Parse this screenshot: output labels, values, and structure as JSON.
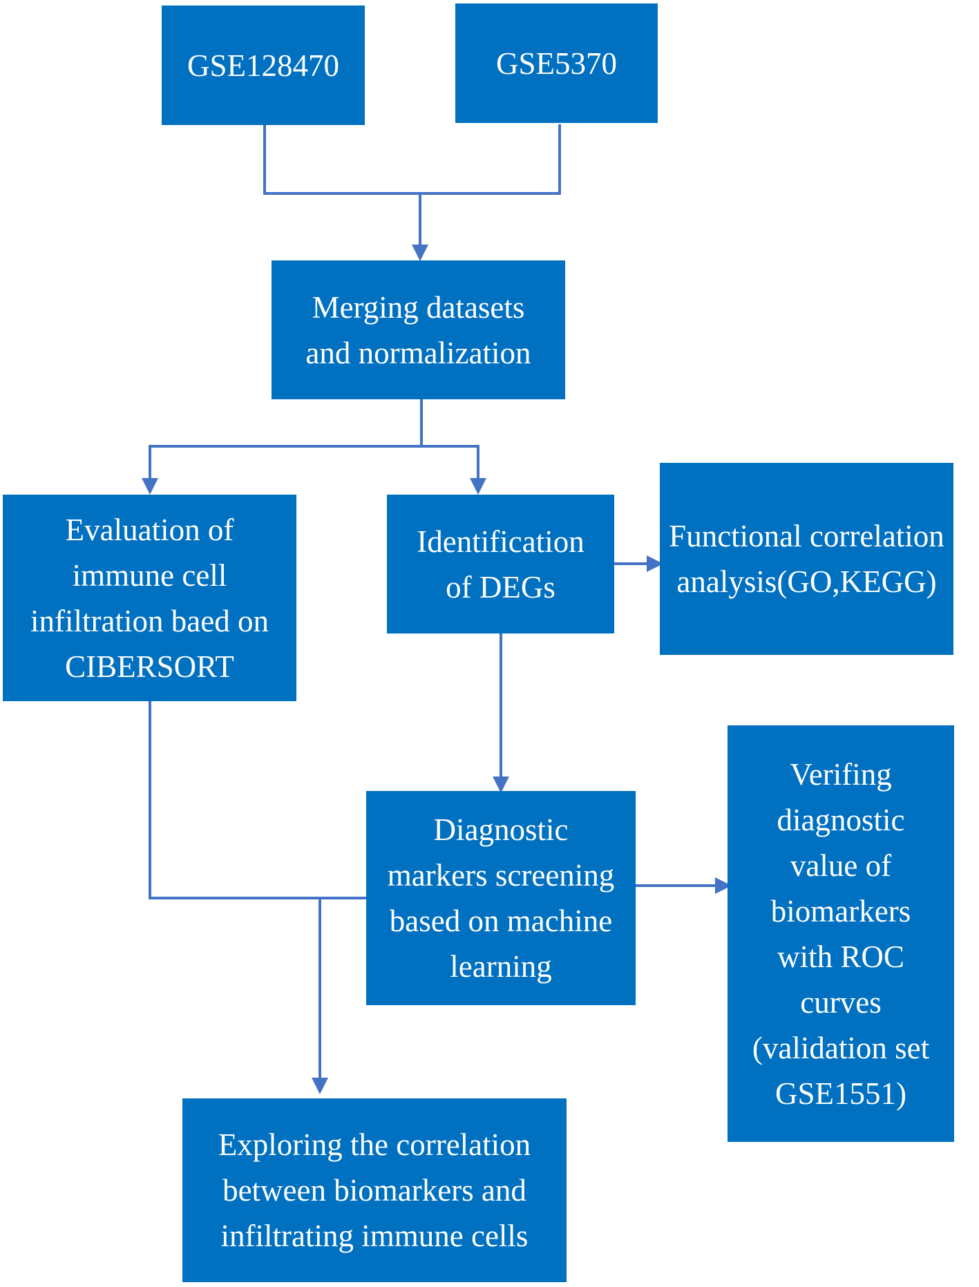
{
  "colors": {
    "box_fill": "#0070c0",
    "box_text": "#ffffff",
    "connector": "#4472c4"
  },
  "nodes": {
    "gse128470": {
      "lines": [
        "GSE128470"
      ]
    },
    "gse5370": {
      "lines": [
        "GSE5370"
      ]
    },
    "merging": {
      "lines": [
        "Merging datasets",
        "and normalization"
      ]
    },
    "evaluation": {
      "lines": [
        "Evaluation of",
        "immune cell",
        "infiltration baed on",
        "CIBERSORT"
      ]
    },
    "identification": {
      "lines": [
        "Identification",
        "of DEGs"
      ]
    },
    "functional": {
      "lines": [
        "Functional correlation",
        "analysis(GO,KEGG)"
      ]
    },
    "diagnostic": {
      "lines": [
        "Diagnostic",
        "markers screening",
        "based on machine",
        "learning"
      ]
    },
    "verifying": {
      "lines": [
        "Verifing",
        "diagnostic",
        "value of",
        "biomarkers",
        "with ROC",
        "curves",
        "(validation set",
        "GSE1551)"
      ]
    },
    "exploring": {
      "lines": [
        "Exploring the correlation",
        "between biomarkers and",
        "infiltrating immune cells"
      ]
    }
  }
}
